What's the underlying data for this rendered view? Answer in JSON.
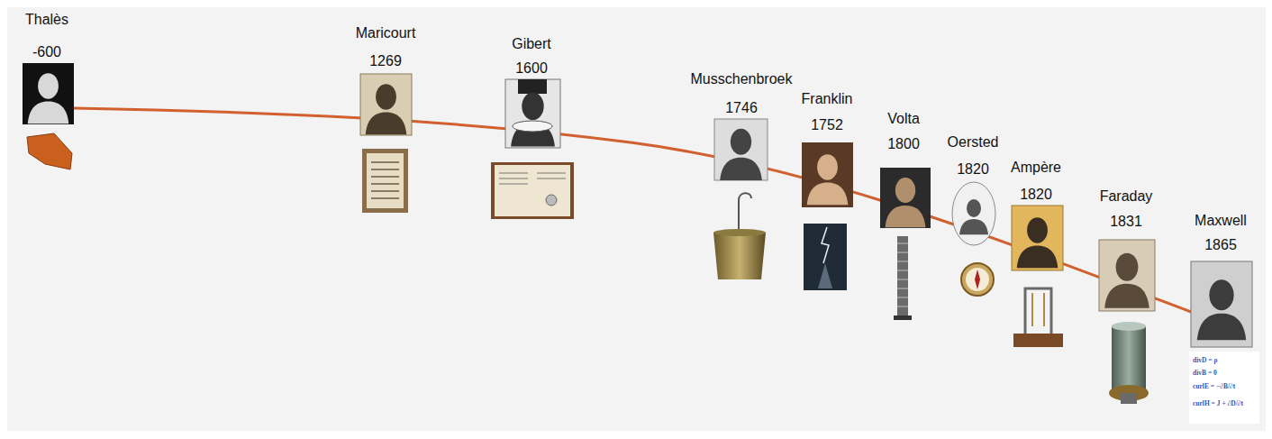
{
  "diagram": {
    "labels": [
      "Thalès",
      "-600",
      "Maricourt",
      "1269",
      "Gibert",
      "1600",
      "Musschenbroek",
      "1746",
      "Franklin",
      "1752",
      "Volta",
      "1800",
      "Oersted",
      "1820",
      "Ampère",
      "1820",
      "Faraday",
      "1831",
      "Maxwell",
      "1865",
      "divD = ρ",
      "divB = 0",
      "curlE = −∂B/∂t",
      "curlH = J + ∂D/∂t"
    ]
  }
}
